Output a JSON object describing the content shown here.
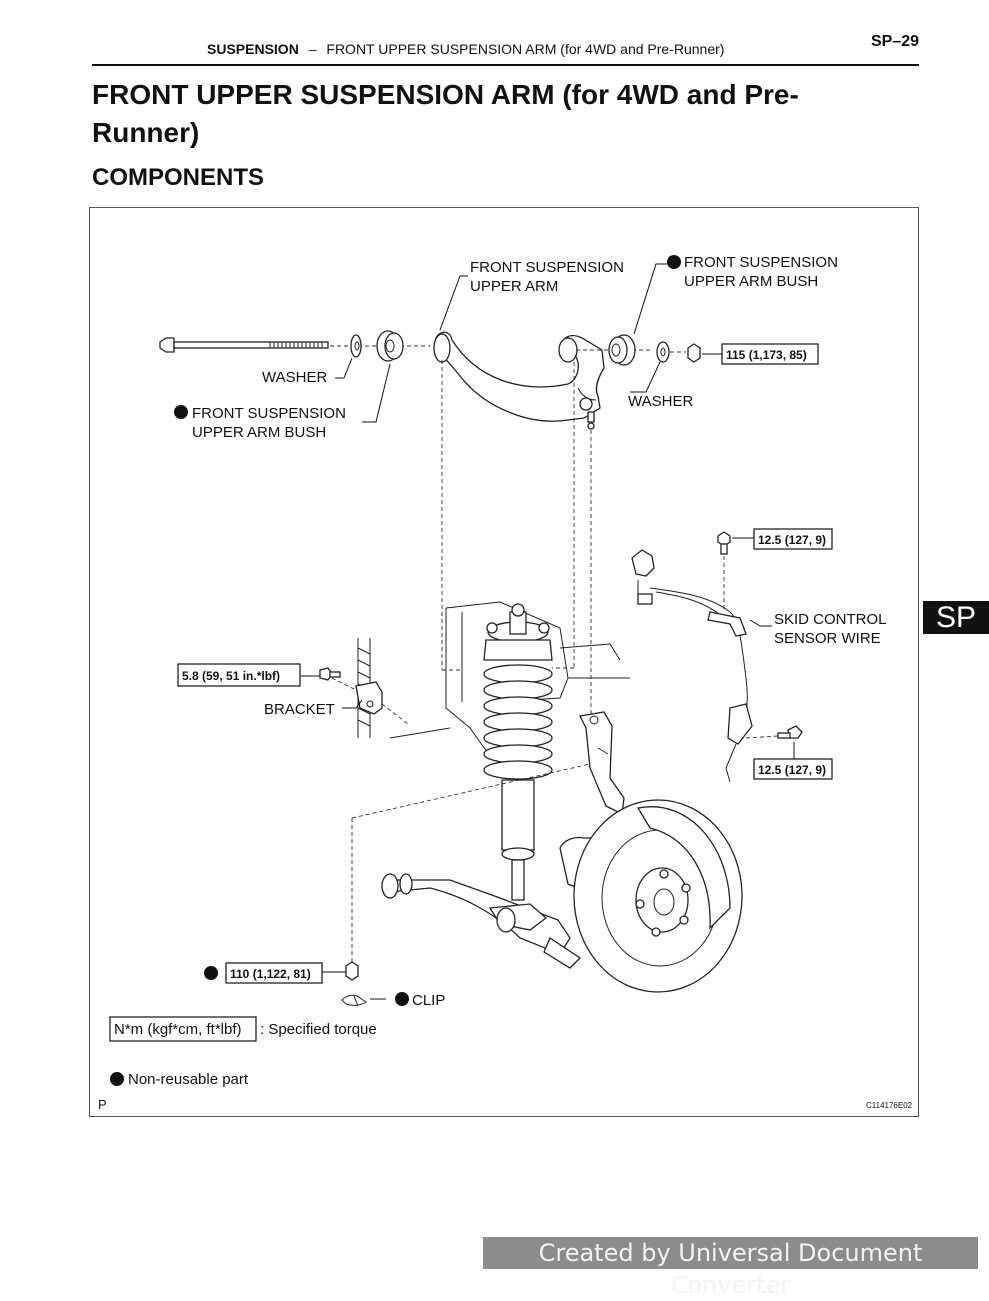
{
  "header": {
    "section": "SUSPENSION",
    "separator": "–",
    "subtitle": "FRONT UPPER SUSPENSION ARM (for 4WD and Pre-Runner)",
    "page": "SP–29"
  },
  "title": "FRONT UPPER SUSPENSION ARM (for 4WD and Pre-Runner)",
  "section_heading": "COMPONENTS",
  "side_tab": "SP",
  "figure": {
    "labels": {
      "front_arm_l1": "FRONT SUSPENSION",
      "front_arm_l2": "UPPER ARM",
      "bush_right_l1": "FRONT SUSPENSION",
      "bush_right_l2": "UPPER ARM BUSH",
      "washer_left": "WASHER",
      "washer_right": "WASHER",
      "bush_left_l1": "FRONT SUSPENSION",
      "bush_left_l2": "UPPER ARM BUSH",
      "skid_l1": "SKID CONTROL",
      "skid_l2": "SENSOR WIRE",
      "bracket": "BRACKET",
      "clip": "CLIP"
    },
    "torques": {
      "nut_upper": "115 (1,173, 85)",
      "sensor_bolt_top": "12.5 (127, 9)",
      "bracket_bolt": "5.8 (59, 51 in.*lbf)",
      "sensor_bolt_bottom": "12.5 (127, 9)",
      "nut_lower": "110 (1,122, 81)"
    },
    "legend": {
      "torque_unit": "N*m (kgf*cm, ft*lbf)",
      "torque_desc": ": Specified torque",
      "non_reusable": "Non-reusable part"
    },
    "corner_left": "P",
    "figure_id": "C114176E02"
  },
  "watermark": "Created by Universal Document Converter"
}
